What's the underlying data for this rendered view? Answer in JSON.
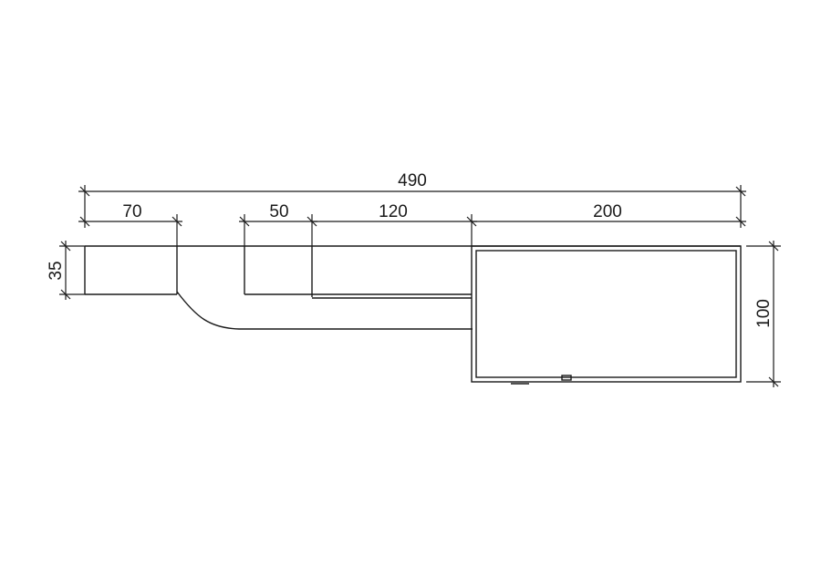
{
  "dimensions": {
    "total_width": "490",
    "segment_1": "70",
    "segment_2": "50",
    "segment_3": "120",
    "segment_4": "200",
    "left_height": "35",
    "right_height": "100"
  },
  "colors": {
    "line": "#1a1a1a",
    "background": "#ffffff"
  }
}
